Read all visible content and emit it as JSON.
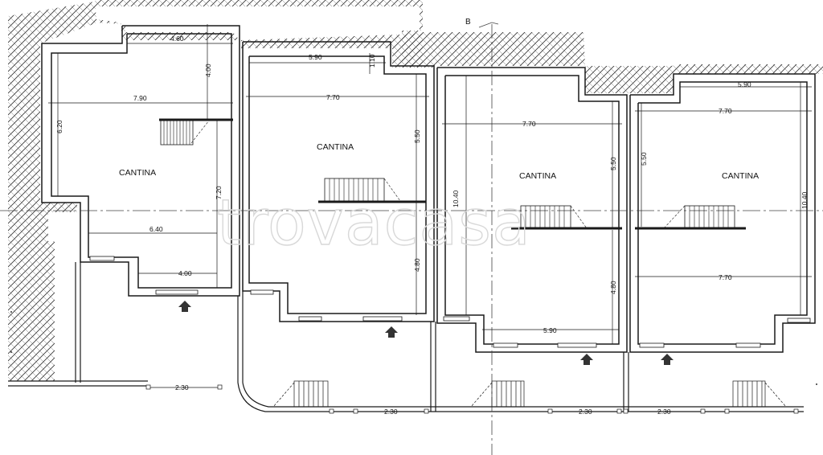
{
  "section_marker": "B",
  "watermark": "trovacasa",
  "rooms": [
    {
      "label": "CANTINA"
    },
    {
      "label": "CANTINA"
    },
    {
      "label": "CANTINA"
    },
    {
      "label": "CANTINA"
    }
  ],
  "dimensions": {
    "u1_top_width": "4.60",
    "u1_upper_height": "4.00",
    "u1_full_width": "7.90",
    "u1_left_height": "6.20",
    "u1_right_height": "7.20",
    "u1_mid_width": "6.40",
    "u1_bottom_width": "4.00",
    "u2_top_width": "5.90",
    "u2_step": "1.10",
    "u2_full_width": "7.70",
    "u2_upper_height": "5.50",
    "u2_lower_height": "4.80",
    "u3_full_width": "7.70",
    "u3_left_height": "10.40",
    "u3_upper_height": "5.50",
    "u3_lower_height": "4.80",
    "u3_bottom_width": "5.90",
    "u4_top_width": "5.90",
    "u4_full_width": "7.70",
    "u4_left_height": "5.50",
    "u4_right_height": "10.40",
    "u4_lower_width": "7.70",
    "yard_1": "2.30",
    "yard_2": "2.30",
    "yard_3": "2.30",
    "yard_4": "2.30"
  },
  "colors": {
    "line": "#1a1a1a",
    "hatch": "#333333",
    "watermark": "#d8d8d8"
  }
}
